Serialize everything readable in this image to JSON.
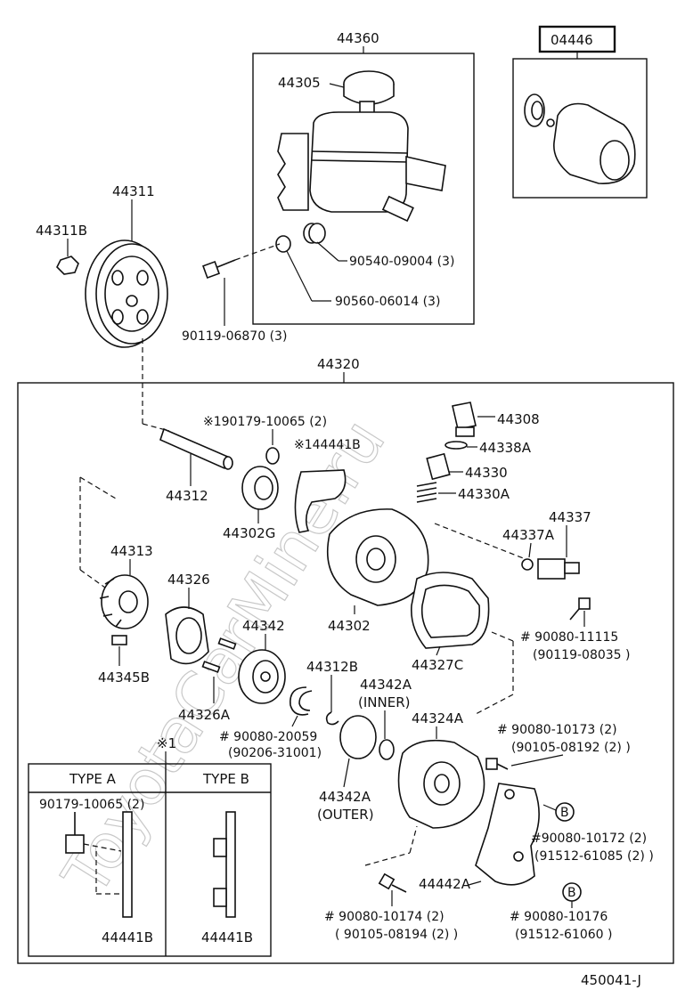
{
  "watermark": "ToyotaCarMine.ru",
  "labels": {
    "assy_44360": "44360",
    "p44305": "44305",
    "kit_04446": "04446",
    "p44311": "44311",
    "p44311b": "44311B",
    "p90540": "90540-09004 (3)",
    "p90560": "90560-06014 (3)",
    "p90119_06870": "90119-06870 (3)",
    "assy_44320": "44320",
    "p190179": "※190179-10065 (2)",
    "p44441b_top": "※144441B",
    "p44308": "44308",
    "p44338a": "44338A",
    "p44330": "44330",
    "p44330a": "44330A",
    "p44312": "44312",
    "p44302g": "44302G",
    "p44337": "44337",
    "p44337a": "44337A",
    "p44313": "44313",
    "p44302": "44302",
    "p90080_11115": "# 90080-11115",
    "p90119_08035": "(90119-08035 )",
    "p44326": "44326",
    "p44342": "44342",
    "p44327c": "44327C",
    "p44345b": "44345B",
    "p44326a": "44326A",
    "p44312b": "44312B",
    "p44342a_inner_1": "44342A",
    "p44342a_inner_2": "(INNER)",
    "p44324a": "44324A",
    "p90080_20059": "# 90080-20059",
    "p90206_31001": "(90206-31001)",
    "p90080_10173": "# 90080-10173 (2)",
    "p90105_08192": "(90105-08192 (2) )",
    "note_star1": "※1",
    "p44342a_outer_1": "44342A",
    "p44342a_outer_2": "(OUTER)",
    "p90080_10172": "#90080-10172 (2)",
    "p91512_61085": "(91512-61085 (2) )",
    "p44442a": "44442A",
    "p90080_10174": "# 90080-10174 (2)",
    "p90105_08194": "( 90105-08194 (2) )",
    "p90080_10176": "# 90080-10176",
    "p91512_61060": "(91512-61060 )",
    "diagram_id": "450041-J",
    "marker_b1": "B",
    "marker_b2": "B"
  },
  "types_table": {
    "type_a": "TYPE A",
    "type_b": "TYPE B",
    "type_a_part": "90179-10065 (2)",
    "type_a_bottom": "44441B",
    "type_b_bottom": "44441B"
  }
}
